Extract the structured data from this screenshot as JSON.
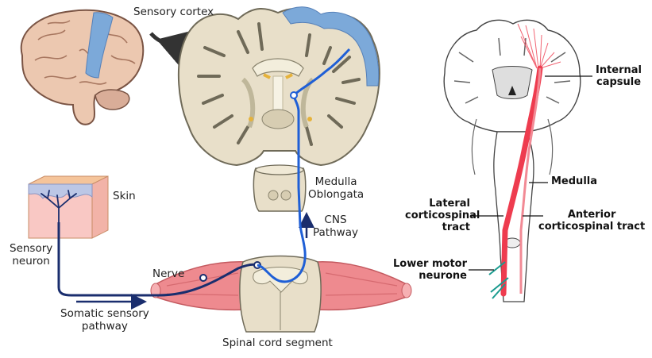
{
  "left_figure": {
    "sensory_cortex": "Sensory cortex",
    "skin": "Skin",
    "sensory_neuron": "Sensory\nneuron",
    "nerve": "Nerve",
    "somatic_pathway": "Somatic sensory\npathway",
    "spinal_segment": "Spinal cord segment",
    "medulla_oblongata": "Medulla\nOblongata",
    "cns_pathway": "CNS\nPathway"
  },
  "right_figure": {
    "internal_capsule": "Internal\ncapsule",
    "medulla": "Medulla",
    "lateral_tract": "Lateral\ncorticospinal\ntract",
    "anterior_tract": "Anterior\ncorticospinal tract",
    "lower_motor_neurone": "Lower motor\nneurone"
  },
  "colors": {
    "pathway_blue": "#1f5fd6",
    "dark_navy": "#1a2e6e",
    "tract_red": "#ee3c4f",
    "muscle_pink": "#ee8a8f",
    "tissue_beige": "#ece4cf",
    "cortex_blue": "#7ca9d9"
  }
}
